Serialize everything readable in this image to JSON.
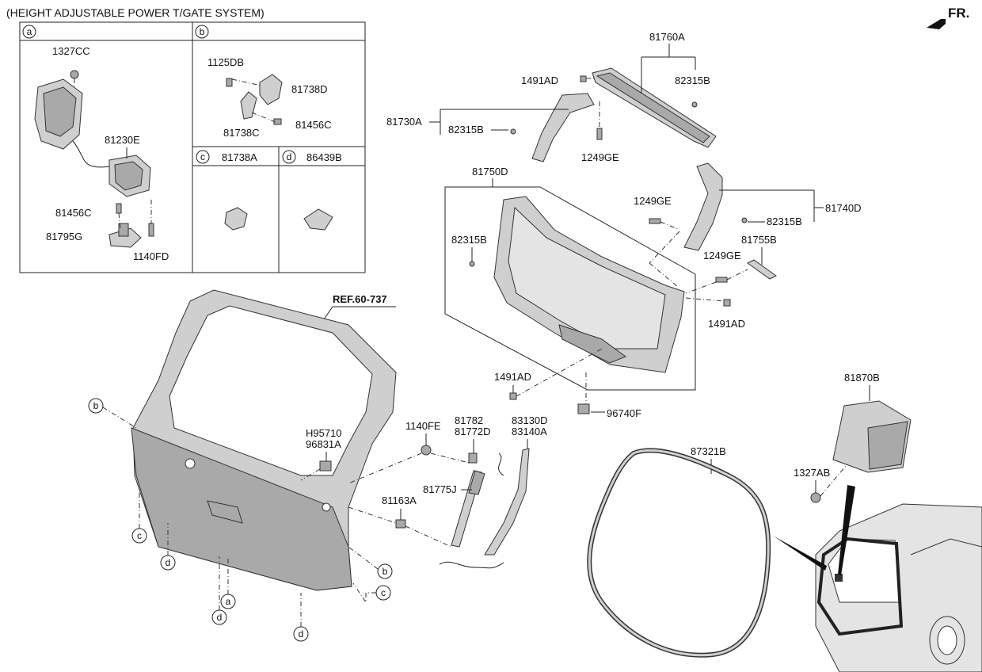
{
  "header": "(HEIGHT ADJUSTABLE POWER T/GATE SYSTEM)",
  "direction": "FR.",
  "reference": "REF.60-737",
  "box_ids": {
    "a": "a",
    "b": "b",
    "c": "c",
    "d": "d"
  },
  "box_labels": {
    "c_part": "81738A",
    "d_part": "86439B"
  },
  "parts": {
    "p1327CC": "1327CC",
    "p81230E": "81230E",
    "p81456C_a": "81456C",
    "p81795G": "81795G",
    "p1140FD": "1140FD",
    "p1125DB": "1125DB",
    "p81738D": "81738D",
    "p81738C": "81738C",
    "p81456C_b": "81456C",
    "p81760A": "81760A",
    "p82315B_1": "82315B",
    "p1491AD_1": "1491AD",
    "p81730A": "81730A",
    "p82315B_2": "82315B",
    "p1249GE_1": "1249GE",
    "p81750D": "81750D",
    "p1249GE_2": "1249GE",
    "p82315B_3": "82315B",
    "p81740D": "81740D",
    "p82315B_4": "82315B",
    "p81755B": "81755B",
    "p1249GE_3": "1249GE",
    "p1491AD_2": "1491AD",
    "p1491AD_3": "1491AD",
    "p96740F": "96740F",
    "pH95710": "H95710",
    "p96831A": "96831A",
    "p1140FE": "1140FE",
    "p81782": "81782",
    "p81772D": "81772D",
    "p83130D": "83130D",
    "p83140A": "83140A",
    "p81775J": "81775J",
    "p81163A": "81163A",
    "p81870B": "81870B",
    "p1327AB": "1327AB",
    "p87321B": "87321B"
  },
  "callouts": {
    "c1": "b",
    "c2": "c",
    "c3": "d",
    "c4": "a",
    "c5": "d",
    "c6": "d",
    "c7": "b",
    "c8": "c"
  }
}
